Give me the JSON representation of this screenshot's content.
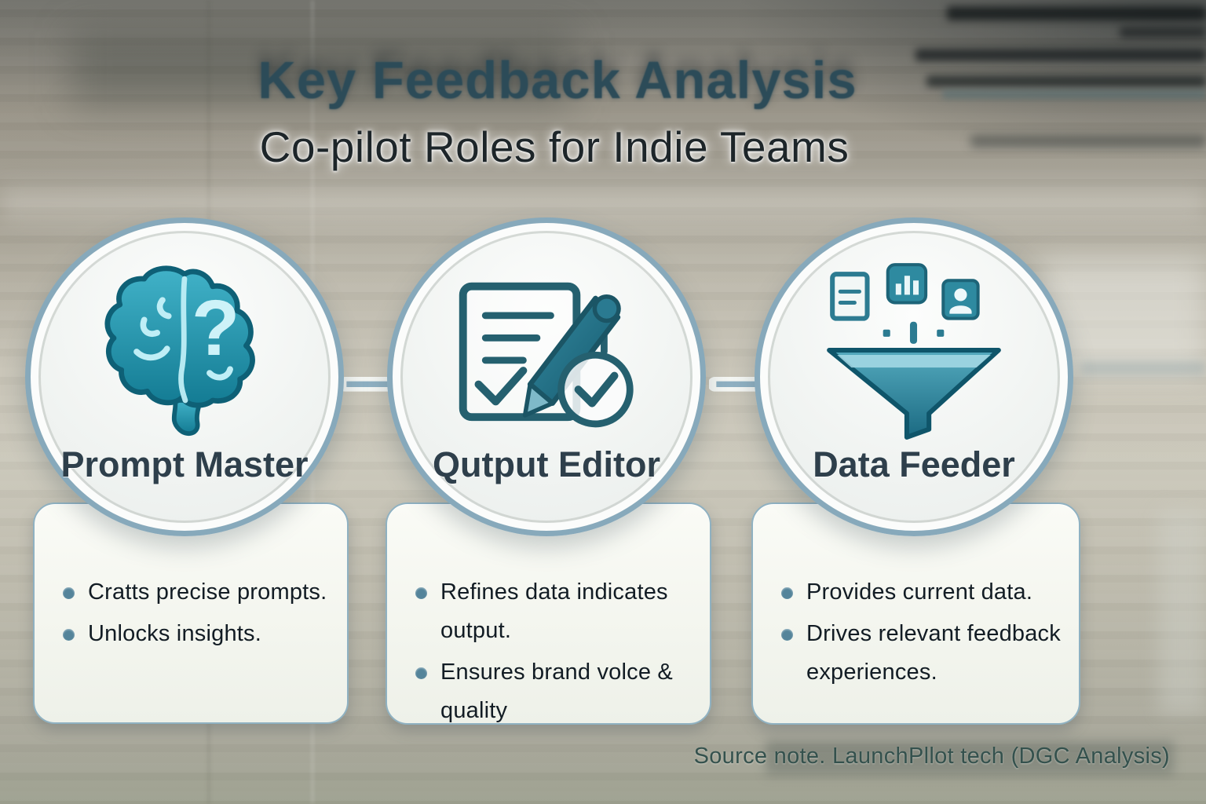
{
  "header": {
    "title": "Key Feedback Analysis",
    "subtitle": "Co-pilot Roles for Indie Teams"
  },
  "roles": [
    {
      "label": "Prompt Master",
      "icon": "brain-question-icon",
      "icon_glyph": "?",
      "bullets": [
        "Cratts precise prompts.",
        "Unlocks insights."
      ]
    },
    {
      "label": "Qutput Editor",
      "icon": "document-pen-check-icon",
      "bullets": [
        "Refines data indicates output.",
        "Ensures brand volce & quality"
      ]
    },
    {
      "label": "Data Feeder",
      "icon": "data-funnel-icon",
      "bullets": [
        "Provides current data.",
        "Drives relevant feedback experiences."
      ]
    }
  ],
  "footer": {
    "source_note": "Source note. LaunchPllot tech (DGC Analysis)"
  },
  "colors": {
    "accent_teal": "#1e7f96",
    "icon_light_teal": "#bfeef6",
    "circle_border": "#87a9bb",
    "card_border": "#8fb1c1",
    "bullet_dot": "#54849a",
    "title_text": "#2c4b58",
    "subtitle_text": "#1d2529",
    "body_text": "#121c24",
    "source_text": "#34514d"
  }
}
